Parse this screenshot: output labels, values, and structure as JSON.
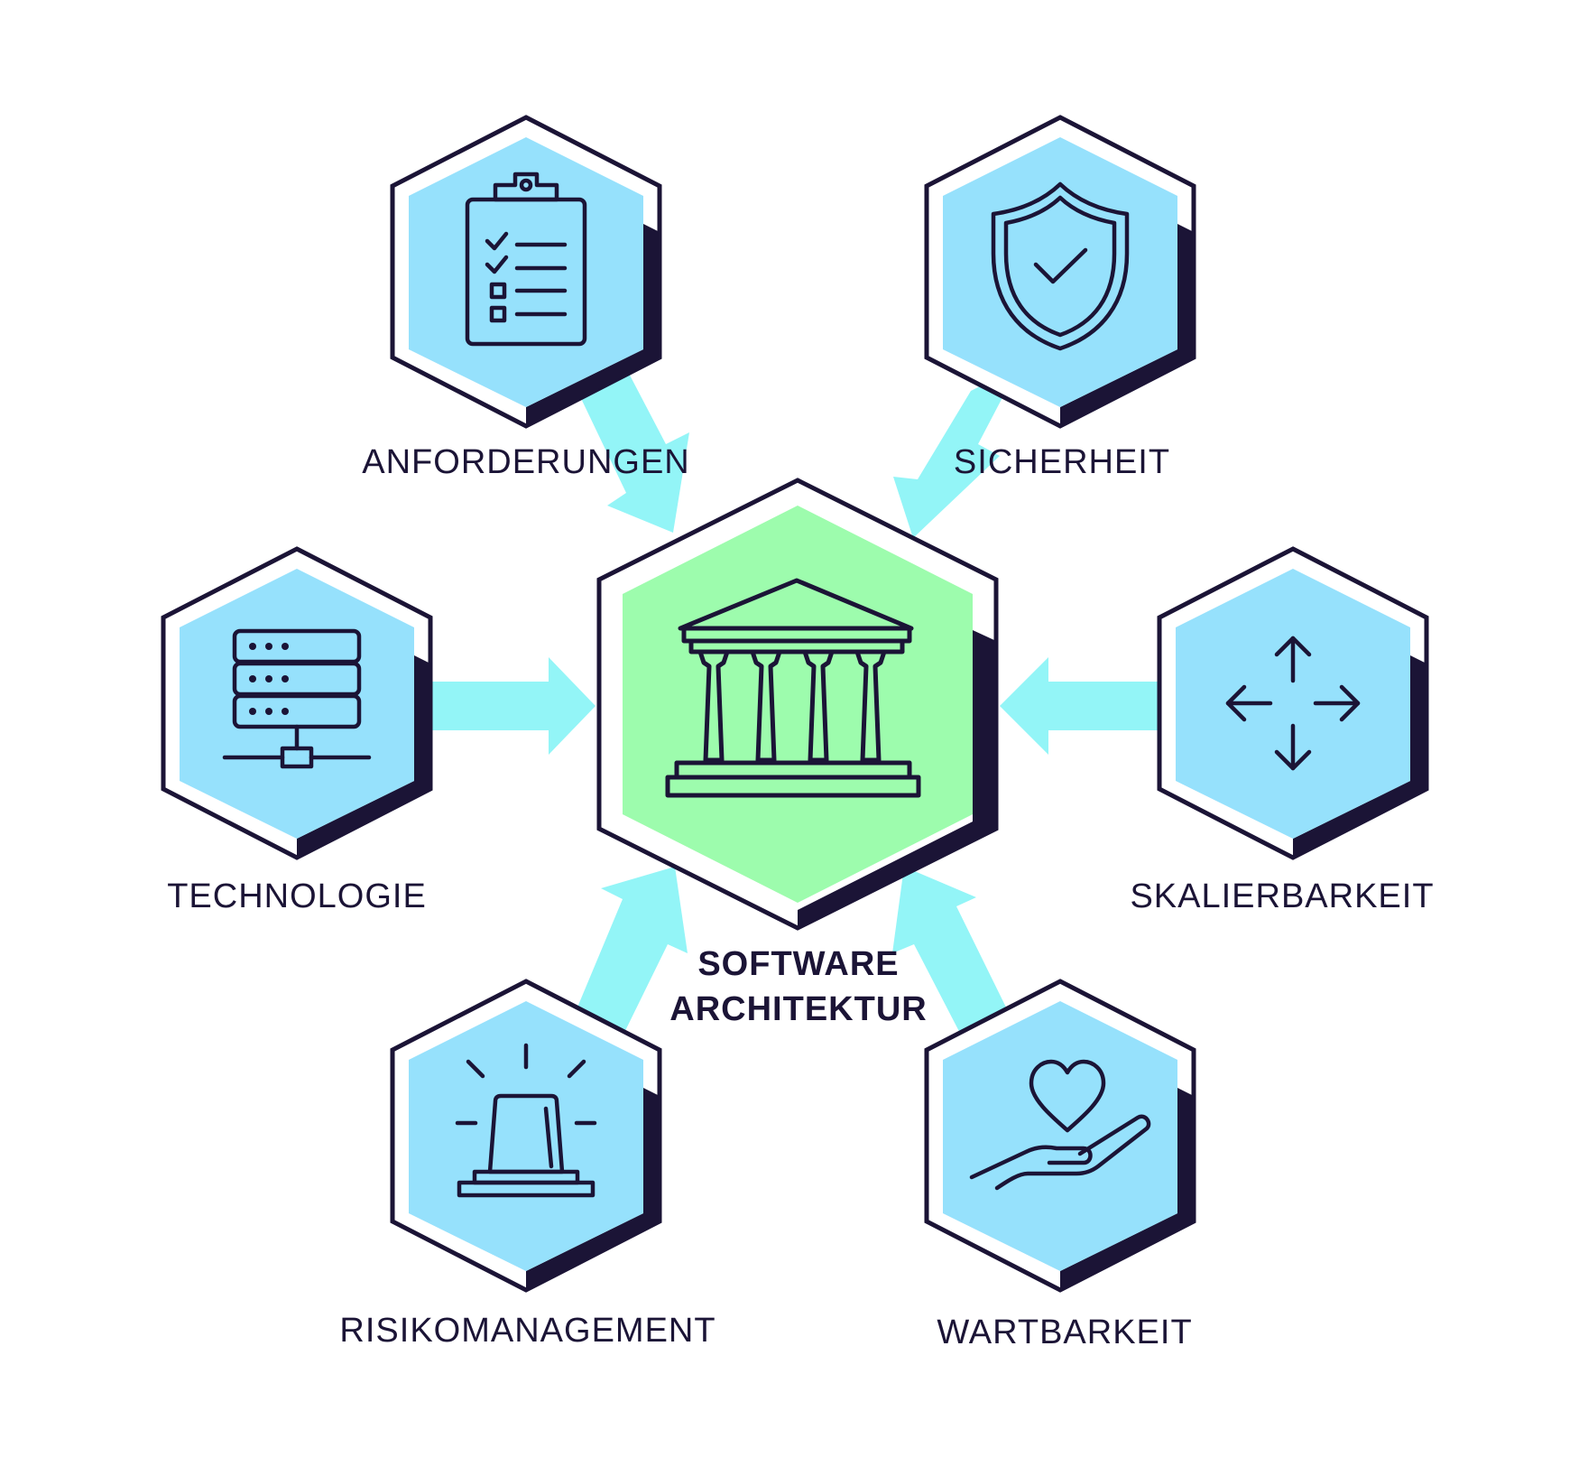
{
  "diagram": {
    "center": {
      "title_line1": "SOFTWARE",
      "title_line2": "ARCHITEKTUR",
      "icon": "temple-icon"
    },
    "nodes": [
      {
        "id": "anforderungen",
        "label": "ANFORDERUNGEN",
        "icon": "clipboard-checklist-icon"
      },
      {
        "id": "sicherheit",
        "label": "SICHERHEIT",
        "icon": "shield-check-icon"
      },
      {
        "id": "technologie",
        "label": "TECHNOLOGIE",
        "icon": "server-network-icon"
      },
      {
        "id": "skalierbarkeit",
        "label": "SKALIERBARKEIT",
        "icon": "move-arrows-icon"
      },
      {
        "id": "risikomanagement",
        "label": "RISIKOMANAGEMENT",
        "icon": "alarm-light-icon"
      },
      {
        "id": "wartbarkeit",
        "label": "WARTBARKEIT",
        "icon": "heart-hand-icon"
      }
    ],
    "colors": {
      "outline": "#1b1436",
      "node_fill": "#96e1fc",
      "center_fill": "#9dfcad",
      "arrow": "#93f5f7",
      "text": "#1b1436"
    }
  }
}
